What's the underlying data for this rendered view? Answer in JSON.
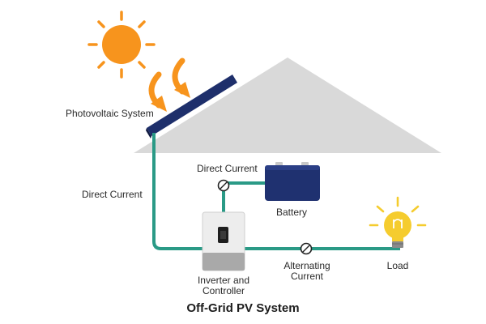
{
  "title": "Off-Grid PV System",
  "labels": {
    "photovoltaic": "Photovoltaic System",
    "direct_current_left": "Direct Current",
    "direct_current_battery": "Direct Current",
    "battery": "Battery",
    "inverter_line1": "Inverter and",
    "inverter_line2": "Controller",
    "ac_line1": "Alternating",
    "ac_line2": "Current",
    "load": "Load"
  },
  "colors": {
    "sun": "#f7941d",
    "roof": "#d9d9d9",
    "panel": "#1e2f6b",
    "wire": "#2a9a86",
    "battery": "#1f3170",
    "bulb": "#f5cc2e"
  },
  "icons": [
    "sun-icon",
    "sunlight-arrow-icon",
    "solar-panel-icon",
    "battery-icon",
    "inverter-icon",
    "light-bulb-icon",
    "meter-icon"
  ]
}
